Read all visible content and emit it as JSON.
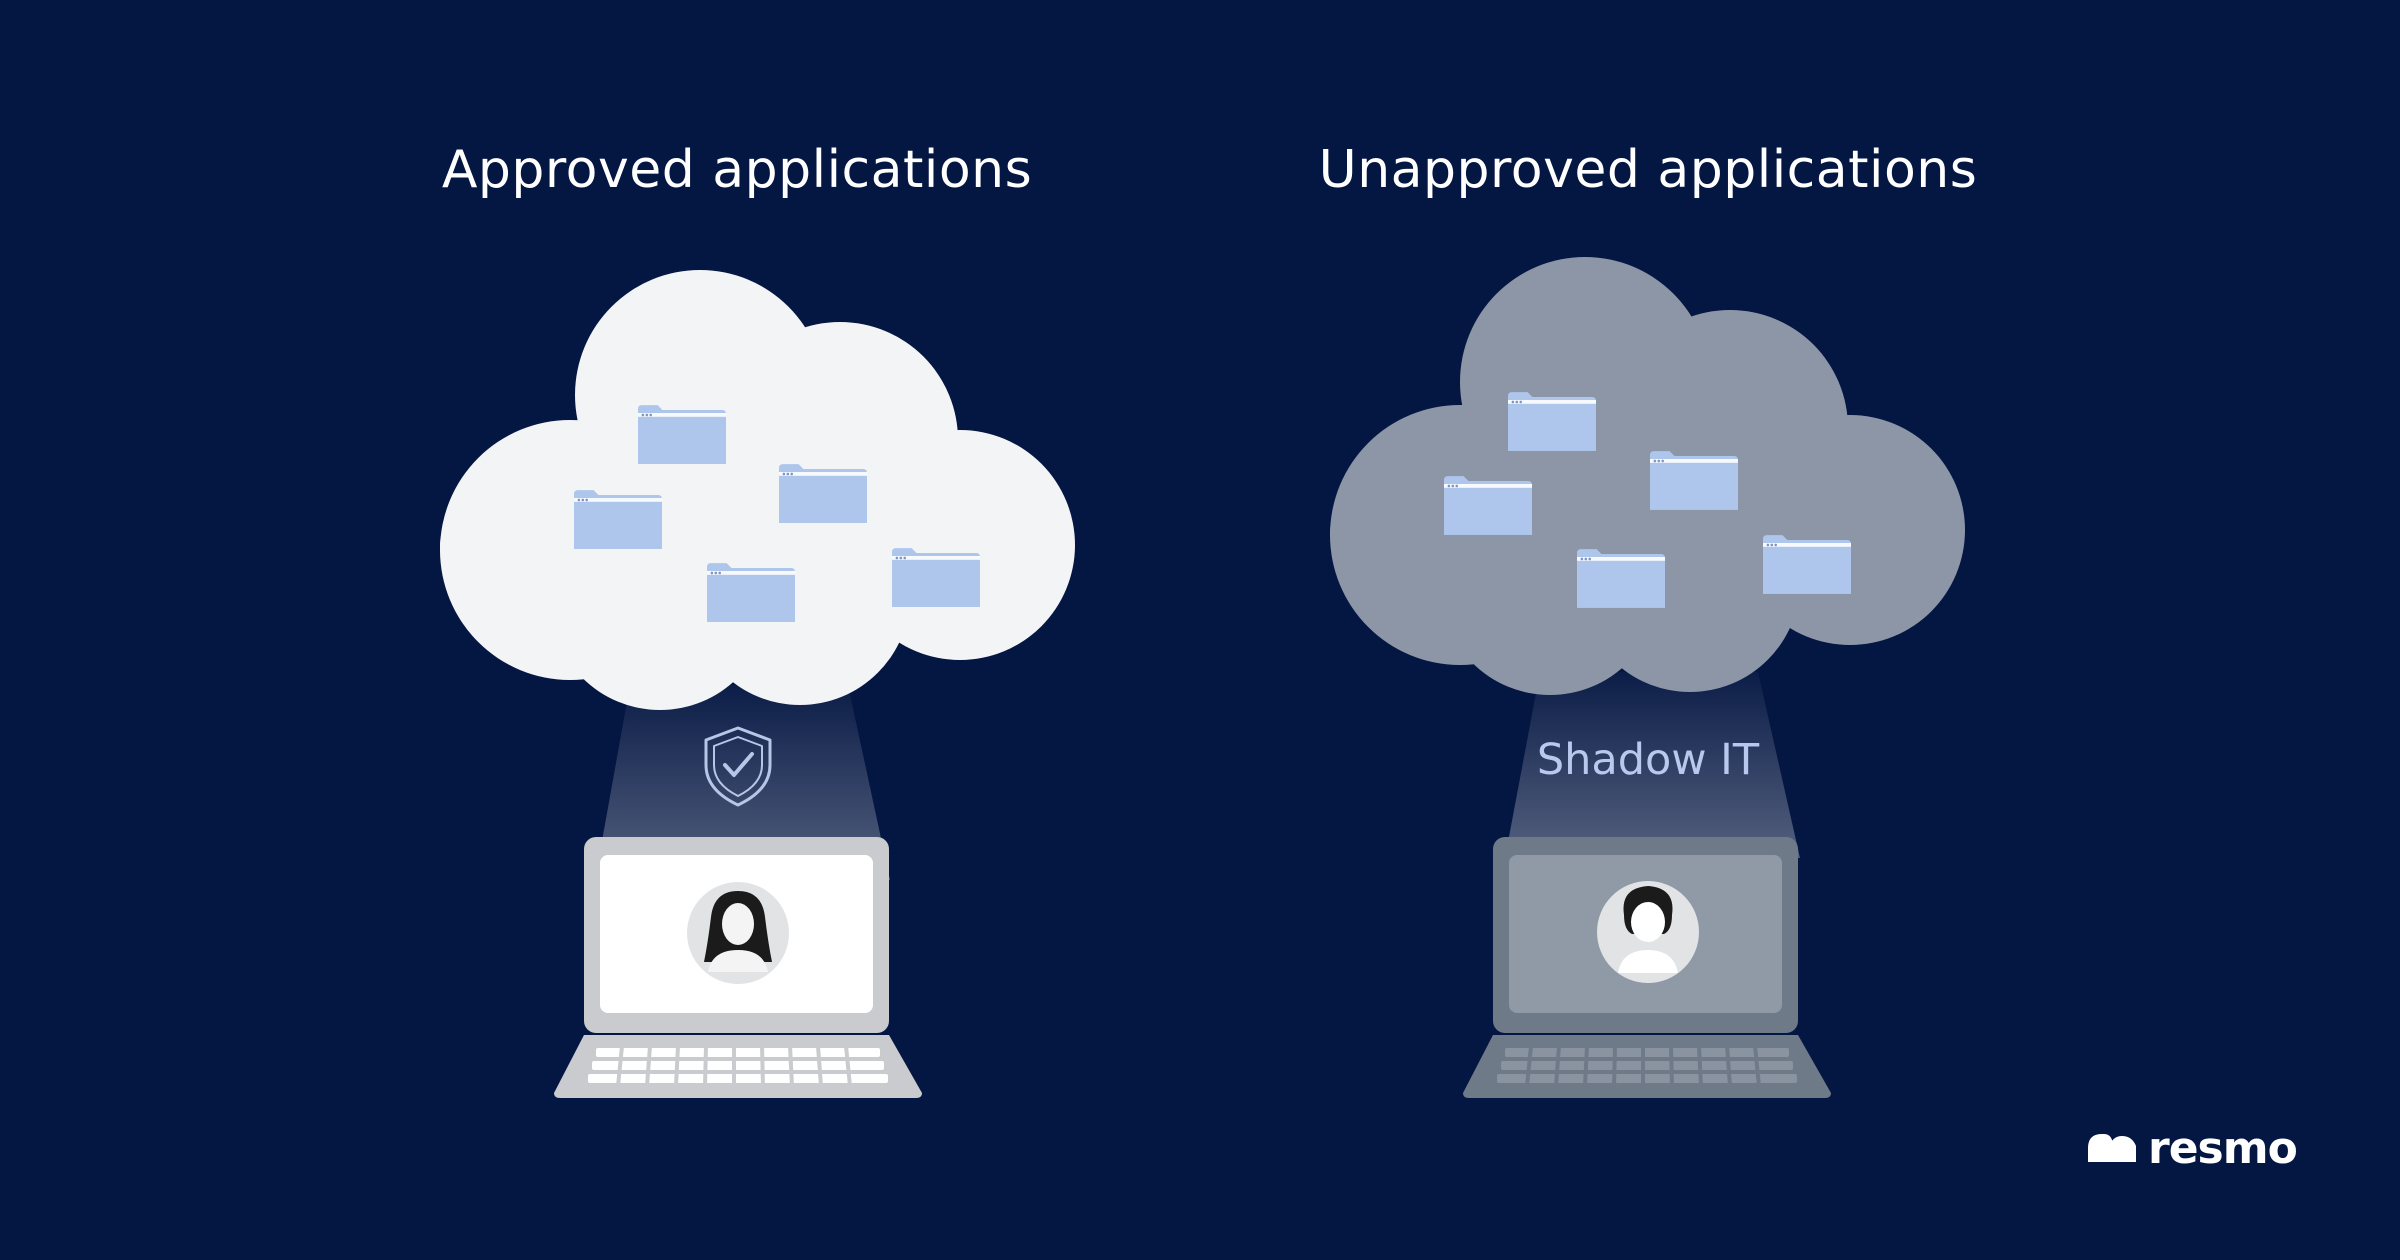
{
  "panels": [
    {
      "title": "Approved applications",
      "status_icon": "shield-check-icon"
    },
    {
      "title": "Unapproved applications",
      "caption": "Shadow IT"
    }
  ],
  "brand": {
    "name": "resmo",
    "icon": "resmo-logo-icon"
  },
  "colors": {
    "background": "#041642",
    "cloud_approved": "#f3f4f6",
    "cloud_unapproved": "#8c96a6",
    "folder": "#aec5ec",
    "laptop_approved": "#c9cbcf",
    "laptop_unapproved": "#6f7a89"
  }
}
